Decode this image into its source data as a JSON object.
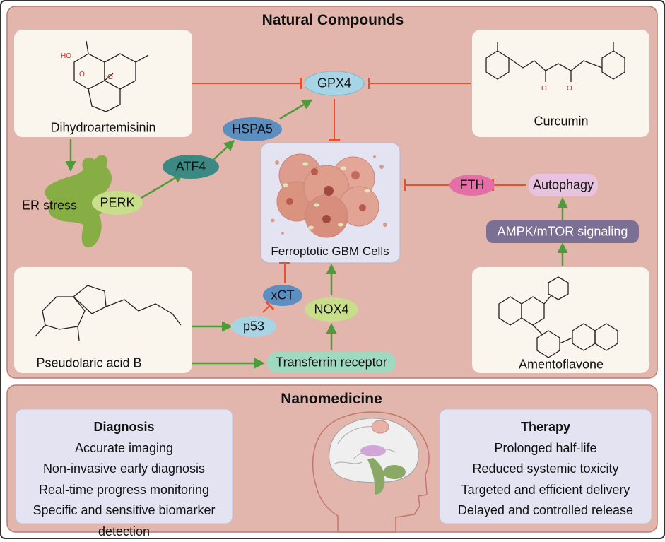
{
  "colors": {
    "panel_bg": "#e2b6ad",
    "box_bg": "#faf6ee",
    "node_blue": "#5d8ec0",
    "node_teal": "#3a8a83",
    "node_light_blue": "#a7d5e6",
    "node_green_light": "#c9de8a",
    "node_pink": "#e46ea6",
    "node_lilac": "#e8c3df",
    "node_purple": "#7b6f94",
    "node_mint": "#9ed9c0",
    "activate_arrow": "#4e9b3a",
    "inhibit_arrow": "#e8502e",
    "er_green": "#86ae45"
  },
  "top_section": {
    "title": "Natural Compounds",
    "compounds": {
      "dihydroartemisinin": "Dihydroartemisinin",
      "curcumin": "Curcumin",
      "pseudolaric_acid_b": "Pseudolaric acid B",
      "amentoflavone": "Amentoflavone"
    },
    "nodes": {
      "gpx4": "GPX4",
      "hspa5": "HSPA5",
      "atf4": "ATF4",
      "perk": "PERK",
      "er_stress": "ER stress",
      "fth": "FTH",
      "autophagy": "Autophagy",
      "ampk": "AMPK/mTOR signaling",
      "xct": "xCT",
      "p53": "p53",
      "nox4": "NOX4",
      "transferrin": "Transferrin receptor"
    },
    "cell_caption": "Ferroptotic GBM Cells"
  },
  "bottom_section": {
    "title": "Nanomedicine",
    "diagnosis": {
      "heading": "Diagnosis",
      "items": [
        "Accurate imaging",
        "Non-invasive early diagnosis",
        "Real-time progress monitoring",
        "Specific and sensitive biomarker detection"
      ]
    },
    "therapy": {
      "heading": "Therapy",
      "items": [
        "Prolonged half-life",
        "Reduced systemic toxicity",
        "Targeted and efficient delivery",
        "Delayed and controlled release"
      ]
    }
  }
}
